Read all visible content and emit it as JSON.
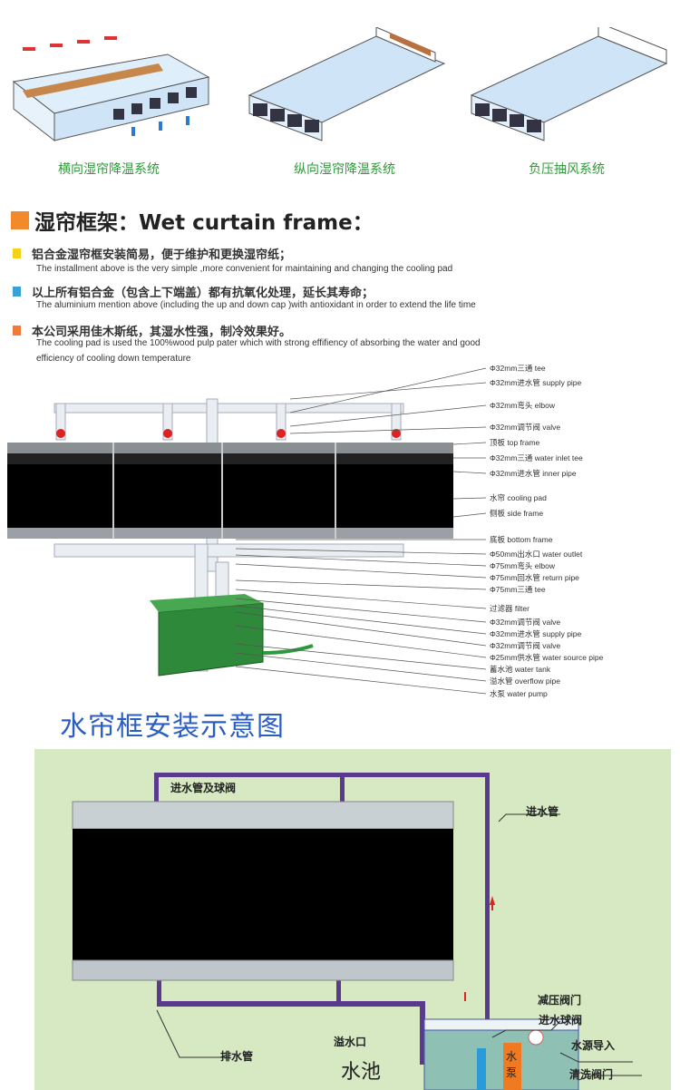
{
  "systems": [
    {
      "caption": "横向湿帘降温系统"
    },
    {
      "caption": "纵向湿帘降温系统"
    },
    {
      "caption": "负压抽风系统"
    }
  ],
  "section_title": "湿帘框架：Wet curtain frame：",
  "bullets": [
    {
      "zh": "铝合金湿帘框安装简易，便于维护和更换湿帘纸；",
      "en": "The installment above is the very simple ,more convenient for maintaining and changing the cooling pad",
      "color": "#f2d21a"
    },
    {
      "zh": "以上所有铝合金（包含上下端盖）都有抗氧化处理，延长其寿命；",
      "en": "The aluminium mention above (including the up and down cap )with antioxidant in order to extend the life time",
      "color": "#3aa0d8"
    },
    {
      "zh": "本公司采用佳木斯纸，其湿水性强，制冷效果好。",
      "en": "The cooling pad is used the 100%wood pulp pater which with strong effifiency of absorbing the water and good",
      "en2": "efficiency of cooling down temperature",
      "color": "#f07a3a"
    }
  ],
  "frame_labels": [
    "Φ32mm三通 tee",
    "Φ32mm进水管  supply  pipe",
    "Φ32mm弯头 elbow",
    "Φ32mm调节阀 valve",
    "顶板 top frame",
    "Φ32mm三通 water inlet tee",
    "Φ32mm进水管 inner pipe",
    "水帘 cooling pad",
    "侧板 side frame",
    "底板 bottom frame",
    "Φ50mm出水口 water outlet",
    "Φ75mm弯头 elbow",
    "Φ75mm回水管 return pipe",
    "Φ75mm三通 tee",
    "过滤器 filter",
    "Φ32mm调节阀 valve",
    "Φ32mm进水管 supply  pipe",
    "Φ32mm调节阀 valve",
    "Φ25mm供水管 water source pipe",
    "蓄水池 water tank",
    "溢水管 overflow pipe",
    "水泵 water pump"
  ],
  "diagram_title": "水帘框安装示意图",
  "install": {
    "inlet_valve": "进水管及球阀",
    "inlet_pipe": "进水管",
    "pressure_valve": "减压阀门",
    "inlet_ball_valve": "进水球阀",
    "overflow": "溢水口",
    "water_source": "水源导入",
    "drain": "排水管",
    "pool": "水池",
    "pump": "水泵",
    "clean_valve": "清洗阀门"
  }
}
